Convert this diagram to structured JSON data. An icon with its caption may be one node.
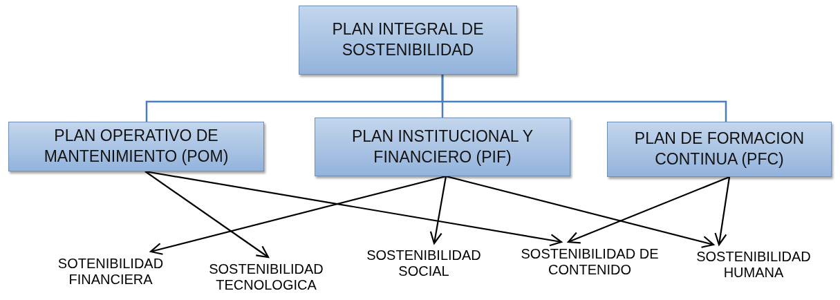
{
  "diagram": {
    "nodes": [
      {
        "text": [
          "PLAN INTEGRAL DE SOSTENIBILIDAD"
        ]
      },
      {
        "text": [
          "PLAN OPERATIVO DE MANTENIMIENTO (POM)"
        ]
      },
      {
        "text": [
          "PLAN INSTITUCIONAL Y FINANCIERO (PIF)"
        ]
      },
      {
        "text": [
          "PLAN DE FORMACION CONTINUA (PFC)"
        ]
      },
      {
        "text": [
          "SOTENIBILIDAD FINANCIERA"
        ]
      },
      {
        "text": [
          "SOSTENIBILIDAD TECNOLOGICA"
        ]
      },
      {
        "text": [
          "SOSTENIBILIDAD SOCIAL"
        ]
      },
      {
        "text": [
          "SOSTENIBILIDAD DE CONTENIDO"
        ]
      },
      {
        "text": [
          "SOSTENIBILIDAD HUMANA"
        ]
      }
    ],
    "edges": [
      {
        "from": 0,
        "to": 1,
        "arrow": "none",
        "color": "#4a7ebb"
      },
      {
        "from": 0,
        "to": 2,
        "arrow": "none",
        "color": "#4a7ebb"
      },
      {
        "from": 0,
        "to": 3,
        "arrow": "none",
        "color": "#4a7ebb"
      },
      {
        "from": 1,
        "to": 5,
        "arrow": "to"
      },
      {
        "from": 1,
        "to": 7,
        "arrow": "to"
      },
      {
        "from": 2,
        "to": 4,
        "arrow": "to"
      },
      {
        "from": 2,
        "to": 6,
        "arrow": "to"
      },
      {
        "from": 2,
        "to": 8,
        "arrow": "to"
      },
      {
        "from": 3,
        "to": 7,
        "arrow": "to"
      },
      {
        "from": 3,
        "to": 8,
        "arrow": "to"
      }
    ]
  }
}
